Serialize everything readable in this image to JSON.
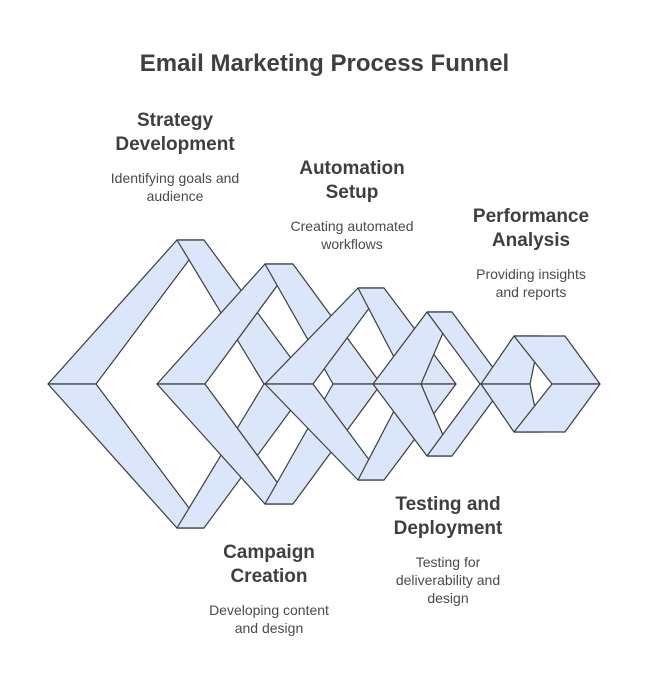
{
  "title": "Email Marketing Process Funnel",
  "colors": {
    "fill": "#dbe6fb",
    "stroke": "#3d3d3d",
    "text": "#3f3f3f"
  },
  "steps": [
    {
      "title_lines": [
        "Strategy",
        "Development"
      ],
      "desc_lines": [
        "Identifying goals and",
        "audience"
      ]
    },
    {
      "title_lines": [
        "Campaign",
        "Creation"
      ],
      "desc_lines": [
        "Developing content",
        "and design"
      ]
    },
    {
      "title_lines": [
        "Automation",
        "Setup"
      ],
      "desc_lines": [
        "Creating automated",
        "workflows"
      ]
    },
    {
      "title_lines": [
        "Testing and",
        "Deployment"
      ],
      "desc_lines": [
        "Testing for",
        "deliverability and",
        "design"
      ]
    },
    {
      "title_lines": [
        "Performance",
        "Analysis"
      ],
      "desc_lines": [
        "Providing insights",
        "and reports"
      ]
    }
  ]
}
